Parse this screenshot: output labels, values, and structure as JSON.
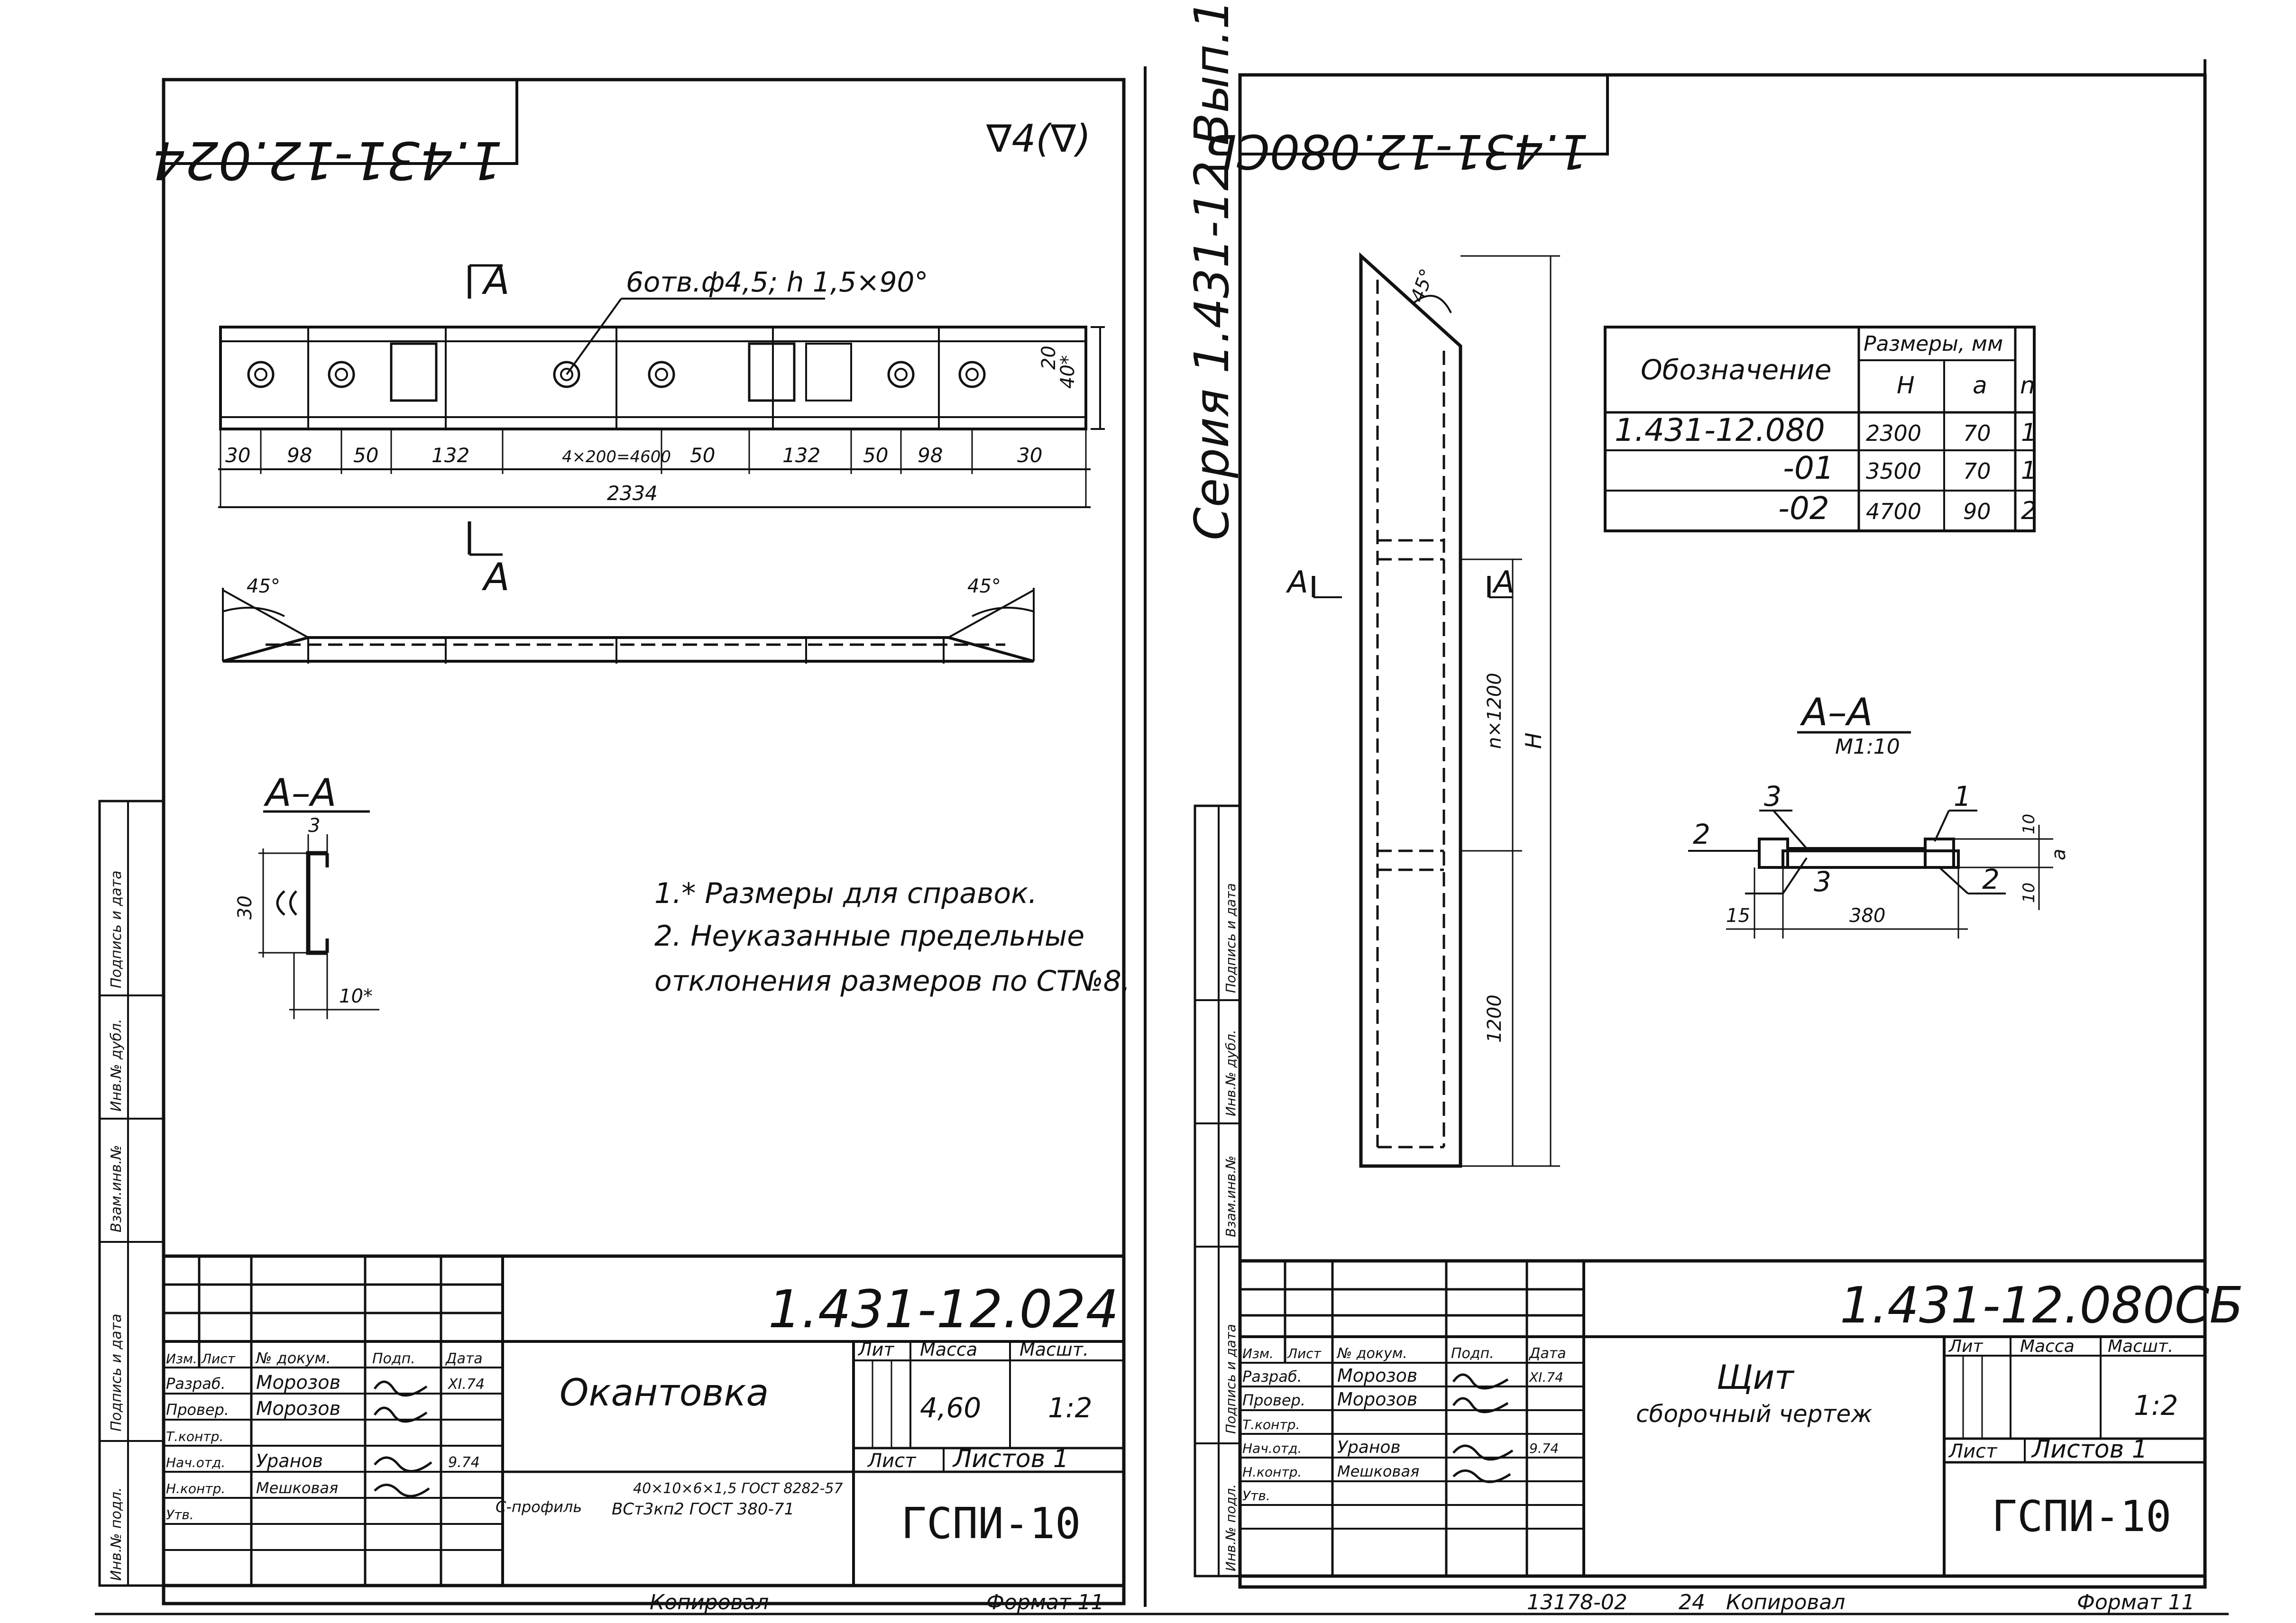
{
  "left_sheet": {
    "code_mirror": "1.431-12.024",
    "roughness": "∇4(∇)",
    "section_label": "A",
    "holes_note": "6отв.ф4,5; h 1,5×90°",
    "height_dims": [
      "20",
      "40*"
    ],
    "dims": [
      "30",
      "98",
      "50",
      "132",
      "4×200=4600",
      "50",
      "132",
      "50",
      "98",
      "30"
    ],
    "overall": "2334",
    "angle_left": "45°",
    "angle_right": "45°",
    "section_title": "A–A",
    "sec_dims": [
      "3",
      "30",
      "10*"
    ],
    "notes": [
      "1.* Размеры для справок.",
      "2. Неуказанные предельные",
      "отклонения размеров по СТ№8."
    ],
    "title_code": "1.431-12.024",
    "title_name": "Окантовка",
    "material_prefix": "С-профиль",
    "material_l1": "40×10×6×1,5 ГОСТ 8282-57",
    "material_l2": "ВСт3кп2 ГОСТ 380-71",
    "lit_hdr": "Лит",
    "mass_hdr": "Масса",
    "scale_hdr": "Масшт.",
    "mass": "4,60",
    "scale": "1:2",
    "sheet_label": "Лист",
    "sheets_label": "Листов 1",
    "org": "ГСПИ-10",
    "roles": [
      "Изм.",
      "Лист",
      "№ докум.",
      "Подп.",
      "Дата"
    ],
    "signers": [
      {
        "role": "Разраб.",
        "name": "Морозов",
        "date": "XI.74"
      },
      {
        "role": "Провер.",
        "name": "Морозов",
        "date": ""
      },
      {
        "role": "Т.контр.",
        "name": "",
        "date": ""
      },
      {
        "role": "Нач.отд.",
        "name": "Уранов",
        "date": "9.74"
      },
      {
        "role": "Н.контр.",
        "name": "Мешковая",
        "date": ""
      },
      {
        "role": "Утв.",
        "name": "",
        "date": ""
      }
    ],
    "footer_left": "Копировал",
    "footer_right": "Формат 11",
    "margin_stamp": [
      "Инв.№ подл.",
      "Подпись и дата",
      "Взам.инв.№",
      "Инв.№ дубл.",
      "Подпись и дата"
    ]
  },
  "right_sheet": {
    "code_mirror": "1.431-12.080СБ",
    "series": "Серия 1.431-12 Вып.1",
    "angle": "45°",
    "section_label": "A",
    "dim_n": "n×1200",
    "dim_h": "H",
    "dim_1200": "1200",
    "table": {
      "h_designation": "Обозначение",
      "h_sizes": "Размеры, мм",
      "h_H": "H",
      "h_a": "a",
      "h_n": "n",
      "rows": [
        {
          "code": "1.431-12.080",
          "H": "2300",
          "a": "70",
          "n": "1"
        },
        {
          "code": "-01",
          "H": "3500",
          "a": "70",
          "n": "1"
        },
        {
          "code": "-02",
          "H": "4700",
          "a": "90",
          "n": "2"
        }
      ]
    },
    "section_title": "A–A",
    "section_scale": "М1:10",
    "callouts": [
      "3",
      "1",
      "2",
      "3",
      "2"
    ],
    "sec_dims": [
      "10",
      "a",
      "10",
      "15",
      "380"
    ],
    "title_code": "1.431-12.080СБ",
    "title_name": "Щит",
    "title_sub": "сборочный чертеж",
    "lit_hdr": "Лит",
    "mass_hdr": "Масса",
    "scale_hdr": "Масшт.",
    "scale": "1:2",
    "sheet_label": "Лист",
    "sheets_label": "Листов 1",
    "org": "ГСПИ-10",
    "roles": [
      "Изм.",
      "Лист",
      "№ докум.",
      "Подп.",
      "Дата"
    ],
    "signers": [
      {
        "role": "Разраб.",
        "name": "Морозов",
        "date": "XI.74"
      },
      {
        "role": "Провер.",
        "name": "Морозов",
        "date": ""
      },
      {
        "role": "Т.контр.",
        "name": "",
        "date": ""
      },
      {
        "role": "Нач.отд.",
        "name": "Уранов",
        "date": "9.74"
      },
      {
        "role": "Н.контр.",
        "name": "Мешковая",
        "date": ""
      },
      {
        "role": "Утв.",
        "name": "",
        "date": ""
      }
    ],
    "footer_num": "13178-02",
    "footer_page": "24",
    "footer_left": "Копировал",
    "footer_right": "Формат 11",
    "margin_stamp": [
      "Инв.№ подл.",
      "Подпись и дата",
      "Взам.инв.№",
      "Инв.№ дубл.",
      "Подпись и дата"
    ]
  }
}
